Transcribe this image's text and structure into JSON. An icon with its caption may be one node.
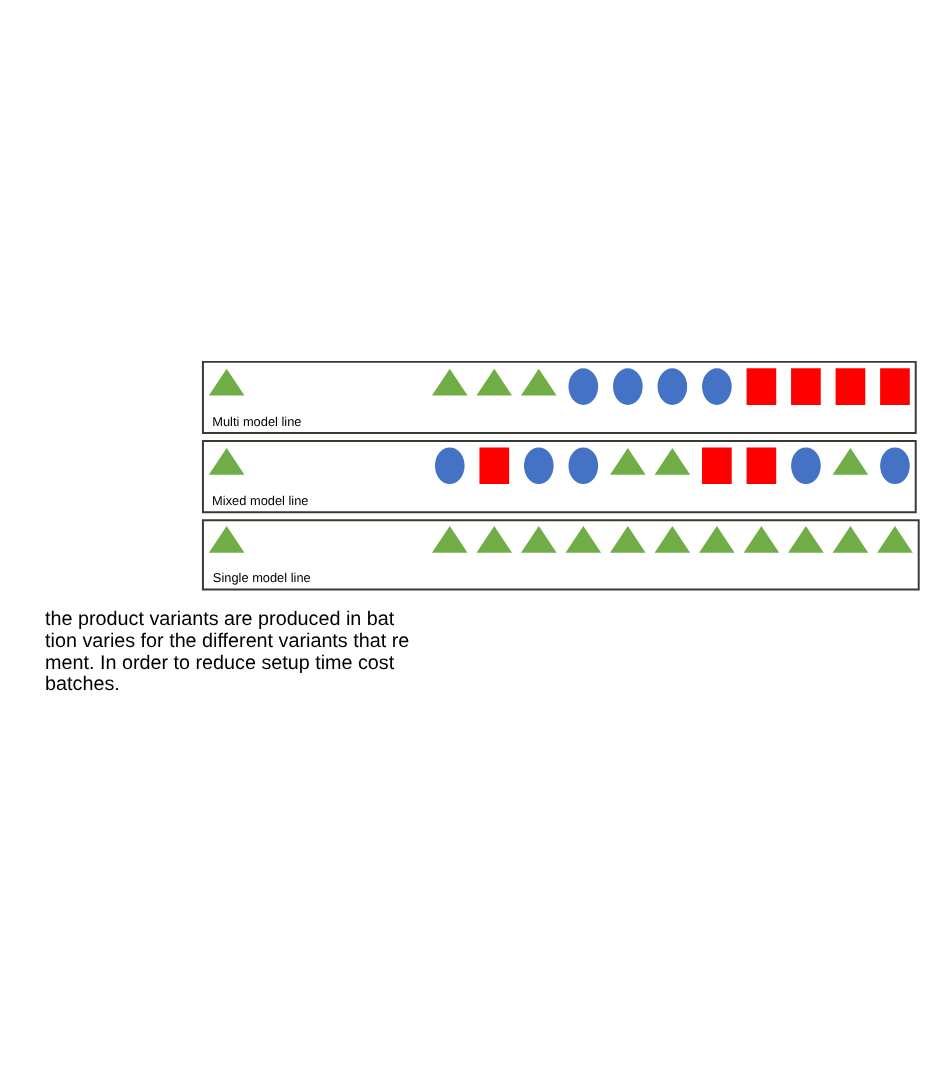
{
  "diagram": {
    "nodes": [
      {
        "text": [
          "Single model line"
        ]
      },
      {
        "text": [],
        "shape": "triangle",
        "in": 0
      },
      {
        "text": [],
        "shape": "triangle",
        "in": 0
      },
      {
        "text": [],
        "shape": "triangle",
        "in": 0
      },
      {
        "text": [],
        "shape": "triangle",
        "in": 0
      },
      {
        "text": [],
        "shape": "triangle",
        "in": 0
      },
      {
        "text": [],
        "shape": "triangle",
        "in": 0
      },
      {
        "text": [],
        "shape": "triangle",
        "in": 0
      },
      {
        "text": [],
        "shape": "triangle",
        "in": 0
      },
      {
        "text": [],
        "shape": "triangle",
        "in": 0
      },
      {
        "text": [],
        "shape": "triangle",
        "in": 0
      },
      {
        "text": [],
        "shape": "triangle",
        "in": 0
      },
      {
        "text": [],
        "shape": "triangle",
        "in": 0
      },
      {
        "text": [
          "Mixed model line"
        ]
      },
      {
        "text": [],
        "shape": "triangle",
        "in": 13
      },
      {
        "text": [],
        "shape": "circle",
        "in": 13
      },
      {
        "text": [],
        "shape": "box",
        "in": 13
      },
      {
        "text": [],
        "shape": "circle",
        "in": 13
      },
      {
        "text": [],
        "shape": "circle",
        "in": 13
      },
      {
        "text": [],
        "shape": "triangle",
        "in": 13
      },
      {
        "text": [],
        "shape": "triangle",
        "in": 13
      },
      {
        "text": [],
        "shape": "box",
        "in": 13
      },
      {
        "text": [],
        "shape": "box",
        "in": 13
      },
      {
        "text": [],
        "shape": "circle",
        "in": 13
      },
      {
        "text": [],
        "shape": "triangle",
        "in": 13
      },
      {
        "text": [],
        "shape": "circle",
        "in": 13
      },
      {
        "text": [
          "Multi model line"
        ]
      },
      {
        "text": [],
        "shape": "triangle",
        "in": 26
      },
      {
        "text": [],
        "shape": "triangle",
        "in": 26
      },
      {
        "text": [],
        "shape": "triangle",
        "in": 26
      },
      {
        "text": [],
        "shape": "triangle",
        "in": 26
      },
      {
        "text": [],
        "shape": "circle",
        "in": 26
      },
      {
        "text": [],
        "shape": "circle",
        "in": 26
      },
      {
        "text": [],
        "shape": "circle",
        "in": 26
      },
      {
        "text": [],
        "shape": "circle",
        "in": 26
      },
      {
        "text": [],
        "shape": "box",
        "in": 26
      },
      {
        "text": [],
        "shape": "box",
        "in": 26
      },
      {
        "text": [],
        "shape": "box",
        "in": 26
      },
      {
        "text": [],
        "shape": "box",
        "in": 26
      }
    ],
    "edges": [],
    "labels": [
      "the product variants are produced in bat",
      "tion varies for the different variants that re",
      "ment. In order to reduce setup time cost",
      "batches."
    ]
  }
}
